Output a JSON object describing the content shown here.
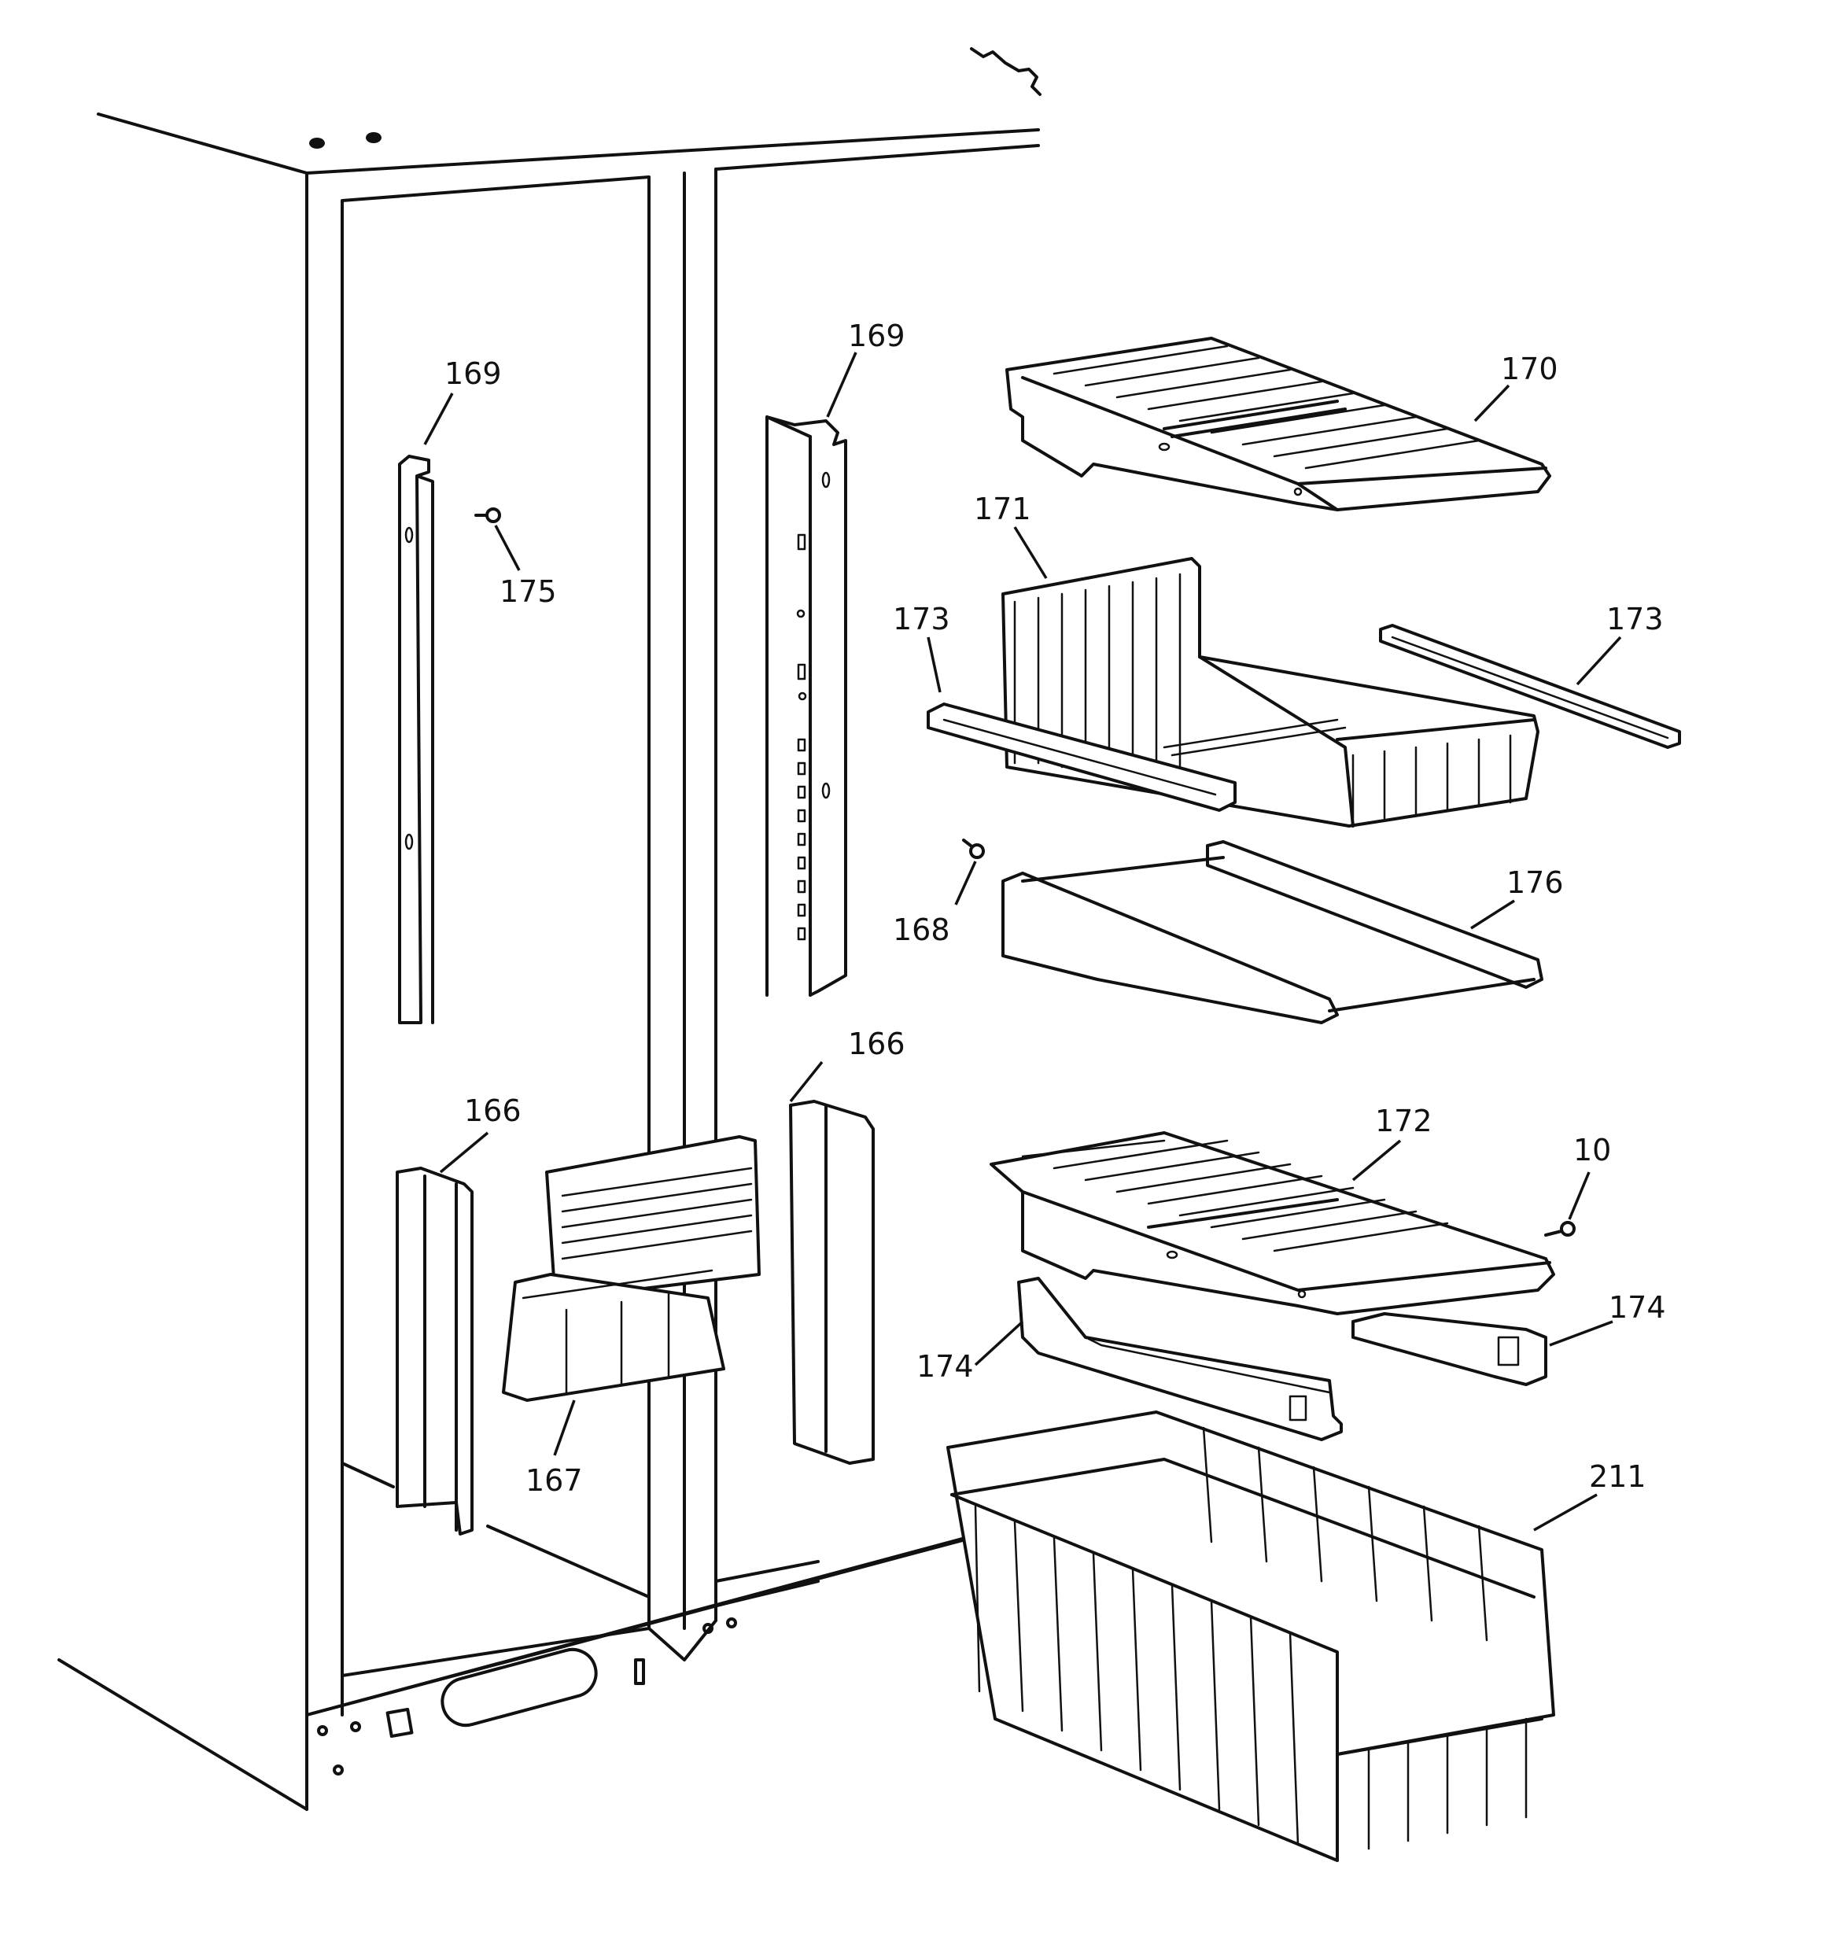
{
  "callouts": {
    "c169_left": "169",
    "c169_right": "169",
    "c175": "175",
    "c170": "170",
    "c171": "171",
    "c173_left": "173",
    "c173_right": "173",
    "c168": "168",
    "c176": "176",
    "c166_left": "166",
    "c166_right": "166",
    "c172": "172",
    "c10": "10",
    "c174_left": "174",
    "c174_right": "174",
    "c167": "167",
    "c211": "211"
  }
}
